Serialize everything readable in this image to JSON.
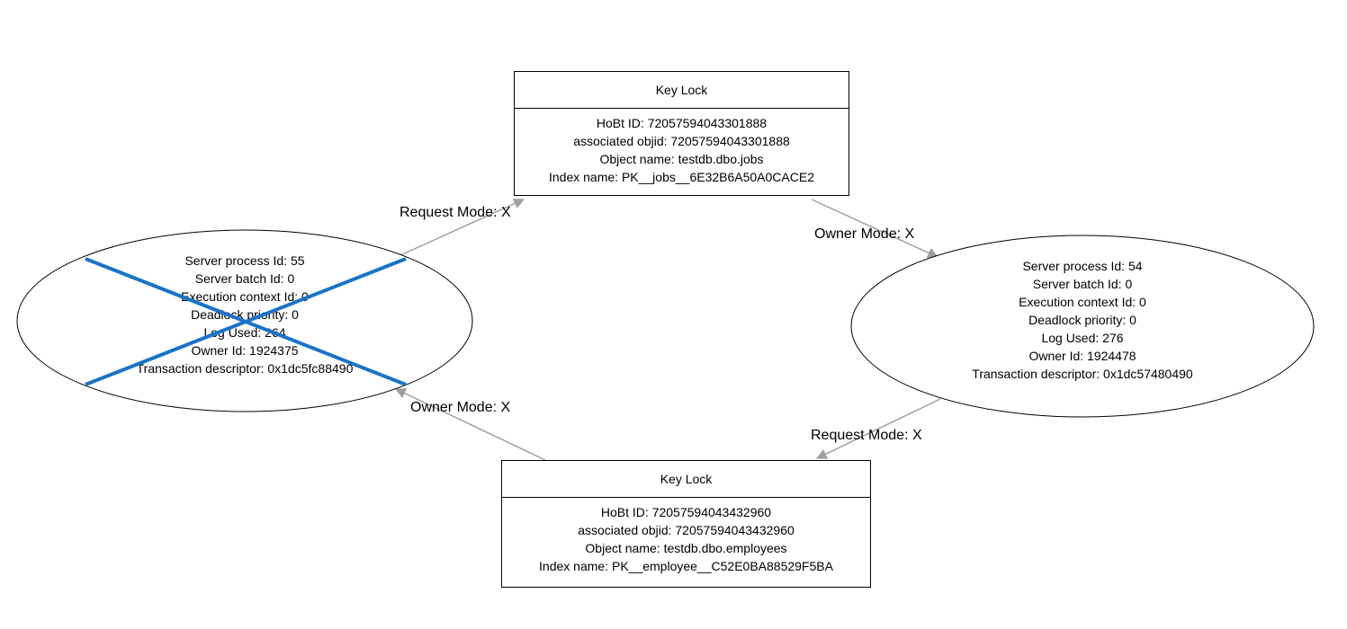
{
  "lock_jobs": {
    "title": "Key Lock",
    "lines": [
      "HoBt ID: 72057594043301888",
      "associated objid: 72057594043301888",
      "Object name: testdb.dbo.jobs",
      "Index name: PK__jobs__6E32B6A50A0CACE2"
    ]
  },
  "lock_employees": {
    "title": "Key Lock",
    "lines": [
      "HoBt ID: 72057594043432960",
      "associated objid: 72057594043432960",
      "Object name: testdb.dbo.employees",
      "Index name: PK__employee__C52E0BA88529F5BA"
    ]
  },
  "process_victim": {
    "lines": [
      "Server process Id: 55",
      "Server batch Id: 0",
      "Execution context Id: 0",
      "Deadlock priority: 0",
      "Log Used: 264",
      "Owner Id: 1924375",
      "Transaction descriptor: 0x1dc5fc88490"
    ],
    "victim_mark_color": "#1a73c8"
  },
  "process_54": {
    "lines": [
      "Server process Id: 54",
      "Server batch Id: 0",
      "Execution context Id: 0",
      "Deadlock priority: 0",
      "Log Used: 276",
      "Owner Id: 1924478",
      "Transaction descriptor: 0x1dc57480490"
    ]
  },
  "edges": {
    "victim_request": "Request Mode: X",
    "jobs_owner": "Owner Mode: X",
    "p54_request": "Request Mode: X",
    "employees_owner": "Owner Mode: X"
  },
  "colors": {
    "edge": "#a0a0a0",
    "outline": "#000000"
  }
}
